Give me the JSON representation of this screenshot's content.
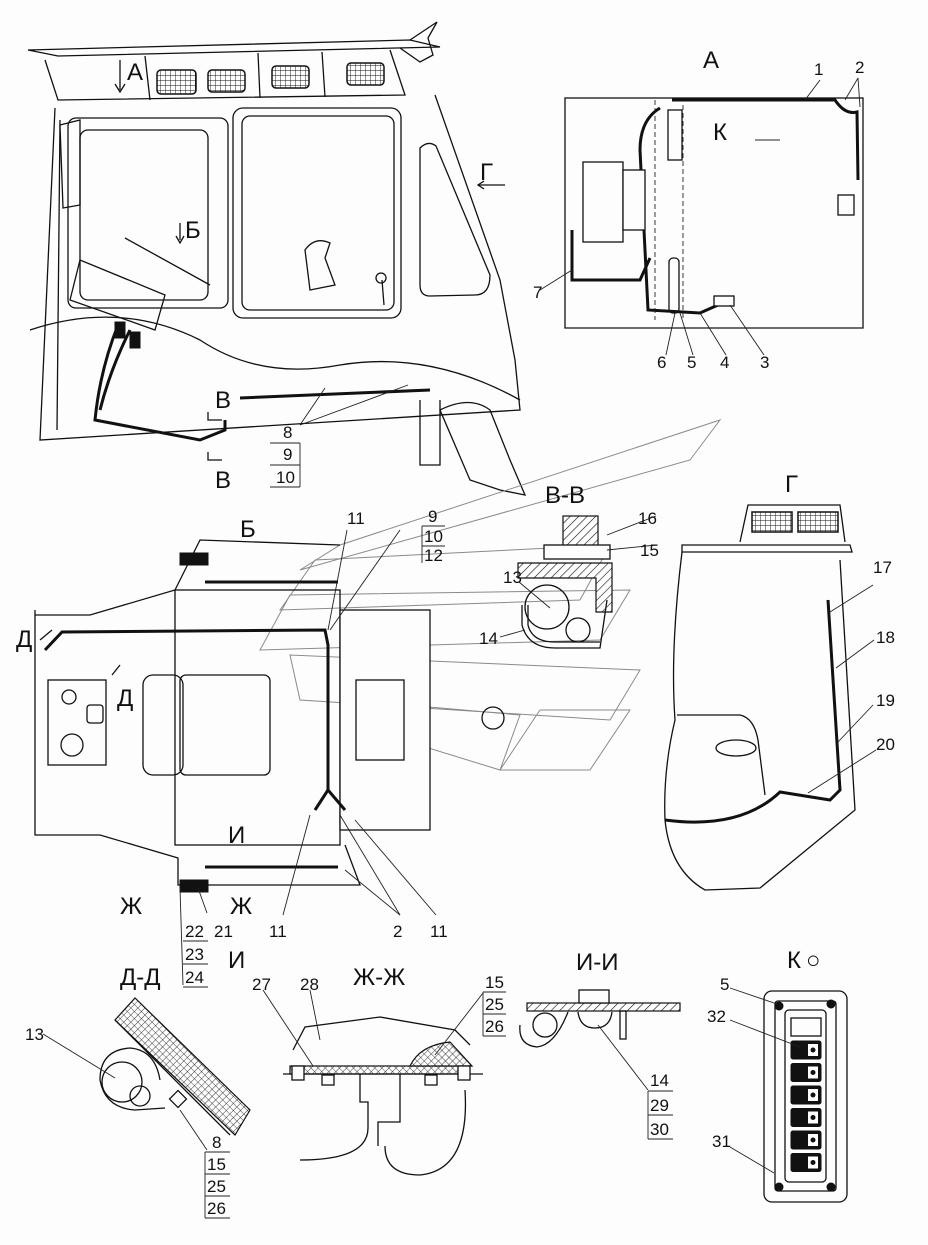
{
  "drawing": {
    "type": "wiring-harness-installation-drawing",
    "views": {
      "main": {
        "markers": {
          "A": "А",
          "B": "Б",
          "G": "Г",
          "V1": "В",
          "V2": "В"
        },
        "callouts": [
          "8",
          "9",
          "10"
        ]
      },
      "view_A": {
        "title": "А",
        "marker_K": "К",
        "callouts": [
          "1",
          "2",
          "3",
          "4",
          "5",
          "6",
          "7"
        ]
      },
      "view_B": {
        "title": "Б",
        "markers": {
          "D1": "Д",
          "D2": "Д",
          "Zh1": "Ж",
          "Zh2": "Ж",
          "I1": "И",
          "I2": "И"
        },
        "callouts": {
          "top_11": "11",
          "stack_top": [
            "9",
            "10",
            "12"
          ],
          "bottom_left_11": "11",
          "bottom_2": "2",
          "bottom_right_11": "11",
          "c21": "21",
          "stack_bottom": [
            "22",
            "23",
            "24"
          ]
        }
      },
      "section_VV": {
        "title": "В-В",
        "callouts": [
          "13",
          "14",
          "15",
          "16"
        ]
      },
      "view_G": {
        "title": "Г",
        "callouts": [
          "17",
          "18",
          "19",
          "20"
        ]
      },
      "section_DD": {
        "title": "Д-Д",
        "callouts": {
          "c13": "13",
          "stack": [
            "8",
            "15",
            "25",
            "26"
          ]
        }
      },
      "section_ZhZh": {
        "title": "Ж-Ж",
        "callouts": {
          "c27": "27",
          "c28": "28",
          "stack": [
            "15",
            "25",
            "26"
          ]
        }
      },
      "section_II": {
        "title": "И-И",
        "callouts": {
          "stack": [
            "14",
            "29",
            "30"
          ]
        }
      },
      "view_K": {
        "title": "К",
        "rotation_symbol": "○",
        "callouts": [
          "5",
          "32",
          "31"
        ],
        "switch_count": 6
      }
    }
  }
}
